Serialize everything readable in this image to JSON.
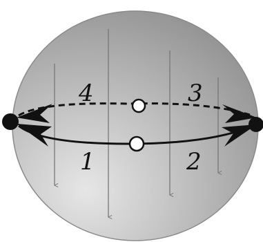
{
  "labels": {
    "l1": "1",
    "l2": "2",
    "l3": "3",
    "l4": "4"
  },
  "colors": {
    "sphere_light": "#e4e4e4",
    "sphere_dark": "#8e8e8e",
    "sphere_edge": "#7a7a7a",
    "field_lines": "#777777",
    "curves": "#111111",
    "markers_fill": "#ffffff"
  }
}
